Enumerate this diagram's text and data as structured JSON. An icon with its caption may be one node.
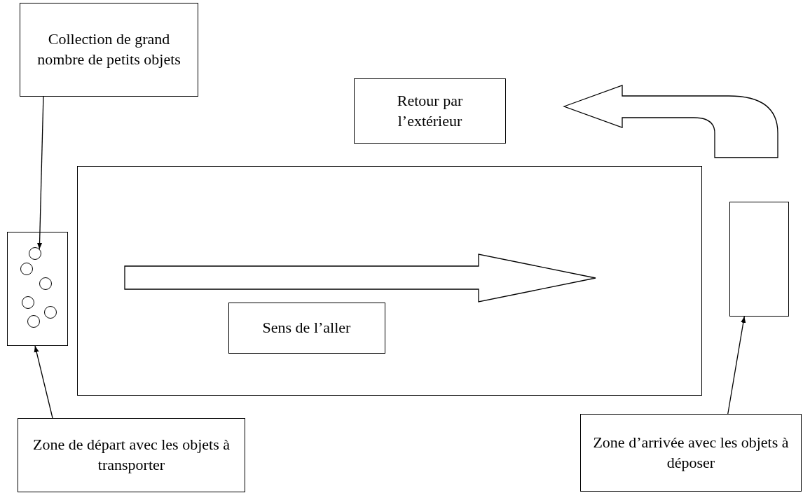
{
  "diagram": {
    "nodes": [
      {
        "text": [
          "Collection de grand nombre de petits objets"
        ]
      },
      {
        "text": [
          "Retour par l’extérieur"
        ]
      },
      {
        "text": [],
        "shape": "box"
      },
      {
        "text": [
          "Sens de l’aller"
        ],
        "in": 2
      },
      {
        "text": [],
        "shape": "box"
      },
      {
        "text": [],
        "shape": "circle",
        "in": 4
      },
      {
        "text": [],
        "shape": "circle",
        "in": 4
      },
      {
        "text": [],
        "shape": "circle",
        "in": 4
      },
      {
        "text": [],
        "shape": "circle",
        "in": 4
      },
      {
        "text": [],
        "shape": "circle",
        "in": 4
      },
      {
        "text": [],
        "shape": "circle",
        "in": 4
      },
      {
        "text": [],
        "shape": "box"
      },
      {
        "text": [
          "Zone de départ avec les objets à transporter"
        ]
      },
      {
        "text": [
          "Zone d’arrivée avec les objets à déposer"
        ]
      }
    ],
    "edges": [
      {
        "from": 0,
        "to": 5,
        "arrow": "to"
      },
      {
        "from": 12,
        "to": 4,
        "arrow": "to"
      },
      {
        "from": 13,
        "to": 11,
        "arrow": "to"
      }
    ]
  }
}
